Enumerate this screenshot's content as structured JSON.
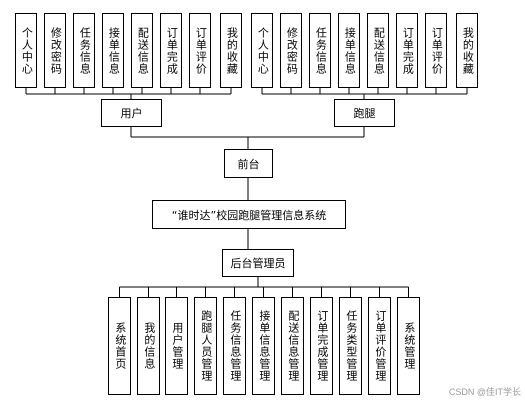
{
  "system": {
    "title": "“谁时达”校园跑腿管理信息系统"
  },
  "portal": {
    "label": "前台"
  },
  "user": {
    "label": "用户",
    "modules": [
      "个人中心",
      "修改密码",
      "任务信息",
      "接单信息",
      "配送信息",
      "订单完成",
      "订单评价",
      "我的收藏"
    ]
  },
  "runner": {
    "label": "跑腿",
    "modules": [
      "个人中心",
      "修改密码",
      "任务信息",
      "接单信息",
      "配送信息",
      "订单完成",
      "订单评价",
      "我的收藏"
    ]
  },
  "admin": {
    "label": "后台管理员",
    "modules": [
      "系统首页",
      "我的信息",
      "用户管理",
      "跑腿人员管理",
      "任务信息管理",
      "接单信息管理",
      "配送信息管理",
      "订单完成管理",
      "任务类型管理",
      "订单评价管理",
      "系统管理"
    ]
  },
  "watermark": "CSDN @佳IT学长"
}
